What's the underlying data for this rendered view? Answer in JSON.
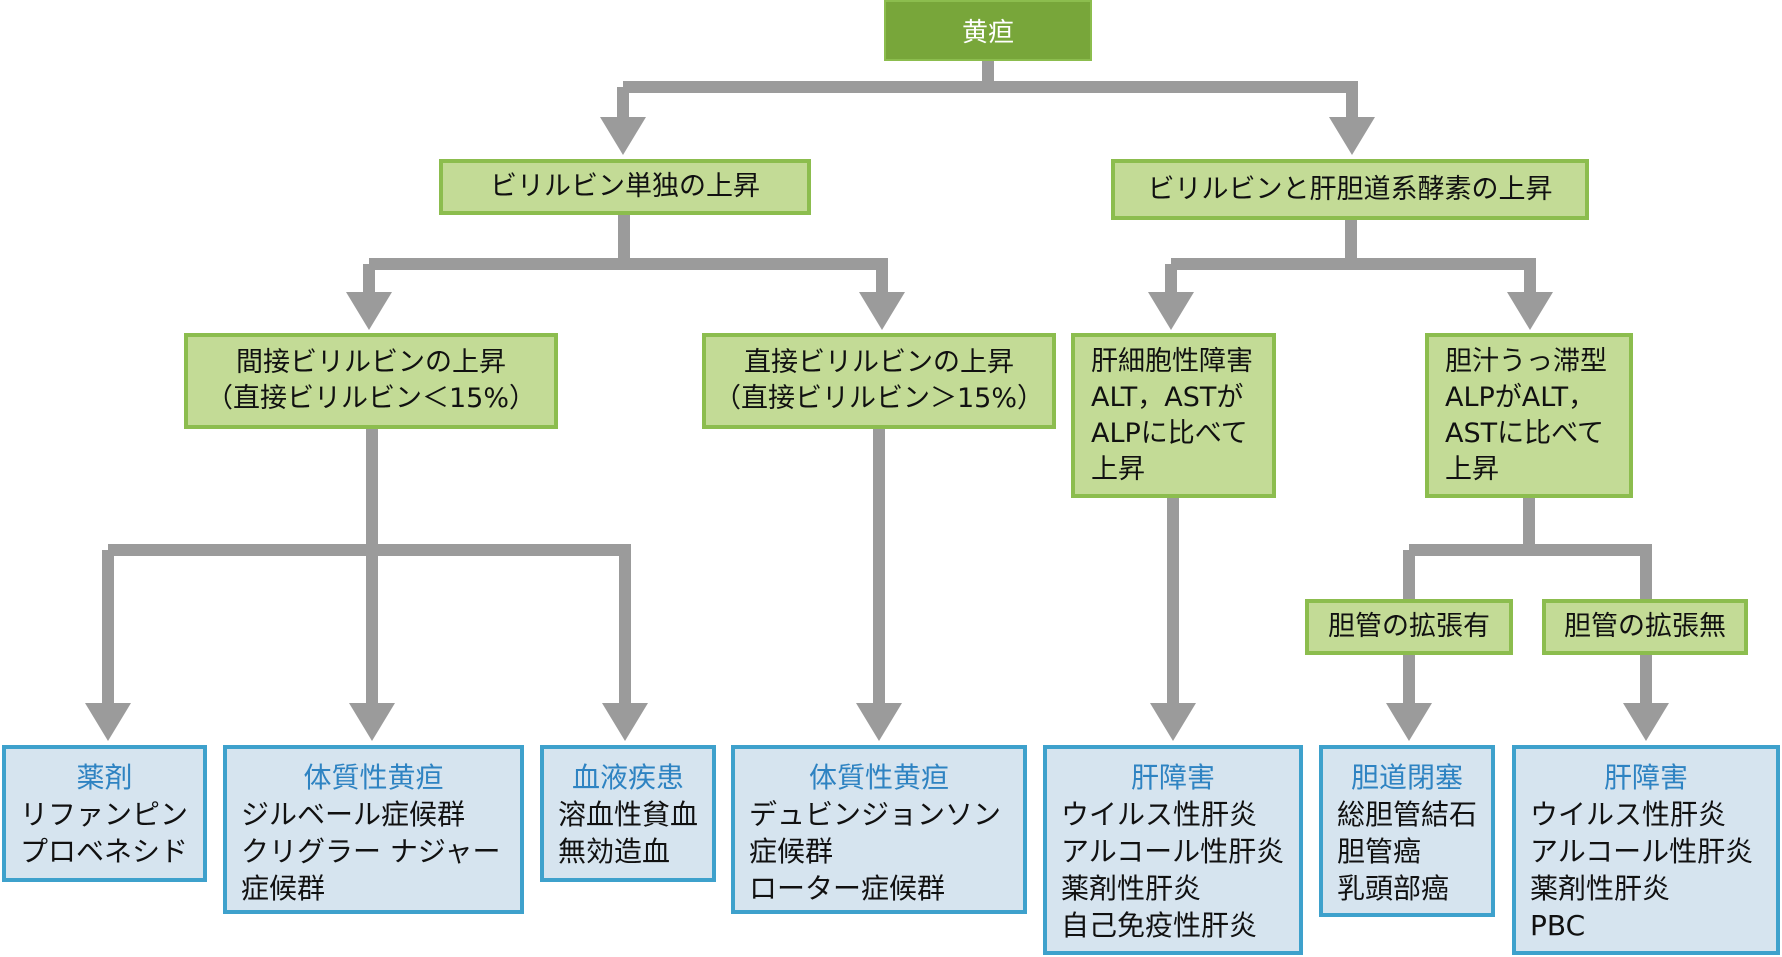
{
  "colors": {
    "root_fill": "#78a63a",
    "node_fill": "#c3db96",
    "node_border": "#8cbd4e",
    "leaf_fill": "#d6e4ef",
    "leaf_border": "#3ea1cc",
    "leaf_heading": "#2e83c2",
    "connector": "#9b9b9b"
  },
  "root": {
    "label": "黄疸"
  },
  "level2": {
    "bilirubin_only": "ビリルビン単独の上昇",
    "bilirubin_and_enzymes": "ビリルビンと肝胆道系酵素の上昇"
  },
  "level3": {
    "indirect": {
      "line1": "間接ビリルビンの上昇",
      "line2": "（直接ビリルビン＜15%）"
    },
    "direct": {
      "line1": "直接ビリルビンの上昇",
      "line2": "（直接ビリルビン＞15%）"
    },
    "hepatocellular": {
      "lines": [
        "肝細胞性障害",
        "ALT，ASTが",
        "ALPに比べて",
        "上昇"
      ]
    },
    "cholestatic": {
      "lines": [
        "胆汁うっ滞型",
        "ALPがALT，",
        "ASTに比べて",
        "上昇"
      ]
    }
  },
  "level4": {
    "duct_dilated": "胆管の拡張有",
    "duct_not_dilated": "胆管の拡張無"
  },
  "leaves": {
    "drugs": {
      "heading": "薬剤",
      "items": [
        "リファンピン",
        "プロベネシド"
      ]
    },
    "constitutional_indirect": {
      "heading": "体質性黄疸",
      "items": [
        "ジルベール症候群",
        "クリグラー ナジャー",
        "症候群"
      ]
    },
    "hematologic": {
      "heading": "血液疾患",
      "items": [
        "溶血性貧血",
        "無効造血"
      ]
    },
    "constitutional_direct": {
      "heading": "体質性黄疸",
      "items": [
        "デュビンジョンソン",
        "症候群",
        "ローター症候群"
      ]
    },
    "liver_injury_1": {
      "heading": "肝障害",
      "items": [
        "ウイルス性肝炎",
        "アルコール性肝炎",
        "薬剤性肝炎",
        "自己免疫性肝炎"
      ]
    },
    "biliary_obstruction": {
      "heading": "胆道閉塞",
      "items": [
        "総胆管結石",
        "胆管癌",
        "乳頭部癌"
      ]
    },
    "liver_injury_2": {
      "heading": "肝障害",
      "items": [
        "ウイルス性肝炎",
        "アルコール性肝炎",
        "薬剤性肝炎",
        "PBC"
      ]
    }
  }
}
